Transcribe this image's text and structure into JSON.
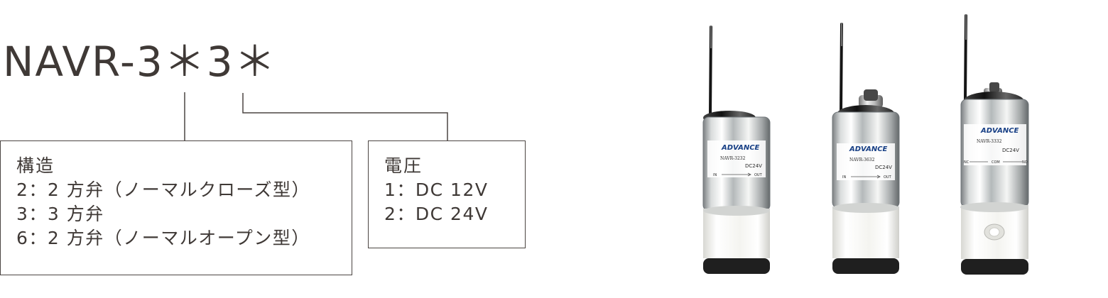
{
  "model": {
    "code": "NAVR-3＊3＊"
  },
  "structure": {
    "title": "構造",
    "options": [
      "2：2 方弁（ノーマルクローズ型）",
      "3：3 方弁",
      "6：2 方弁（ノーマルオープン型）"
    ]
  },
  "voltage": {
    "title": "電圧",
    "options": [
      "1：DC 12V",
      "2：DC 24V"
    ]
  },
  "products": [
    {
      "brand": "ADVANCE",
      "model": "NAVR-3232",
      "voltage": "DC24V",
      "left_port": "IN",
      "right_port": "OUT"
    },
    {
      "brand": "ADVANCE",
      "model": "NAVR-3632",
      "voltage": "DC24V",
      "left_port": "IN",
      "right_port": "OUT"
    },
    {
      "brand": "ADVANCE",
      "model": "NAVR-3332",
      "voltage": "DC24V",
      "left_port": "NC",
      "center_port": "COM",
      "right_port": "NO"
    }
  ],
  "colors": {
    "text": "#3f3936",
    "border": "#4b4542",
    "brand": "#173f85",
    "metal_light": "#f4f5f4",
    "metal_dark": "#6f7273",
    "white_body": "#f7f7f3",
    "base_black": "#1f1f1f"
  }
}
